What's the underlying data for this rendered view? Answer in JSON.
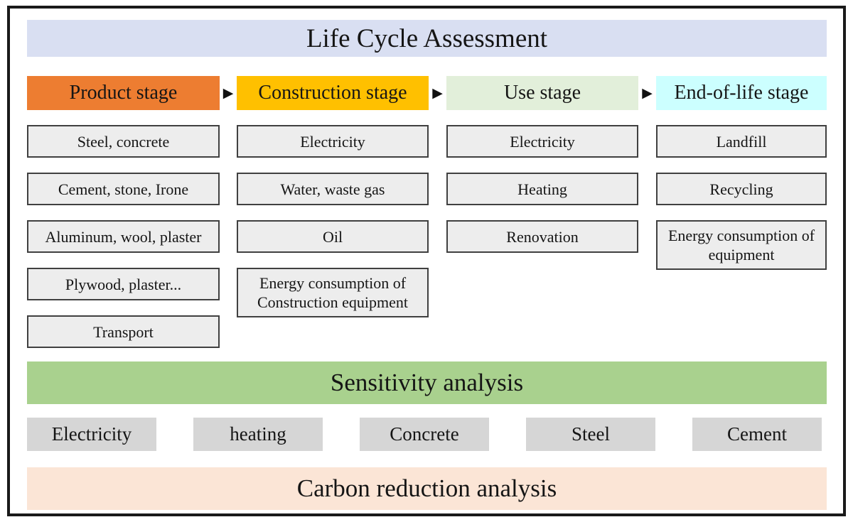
{
  "title": "Life Cycle Assessment",
  "arrow_glyph": "▶",
  "colors": {
    "title_banner": "#d9dff2",
    "product_stage": "#ed7d31",
    "construction_stage": "#ffc000",
    "use_stage": "#e2efda",
    "end_of_life_stage": "#ccffff",
    "item_box_bg": "#ededed",
    "item_box_border": "#404040",
    "sensitivity_banner": "#a9d18e",
    "sensitivity_item_bg": "#d6d6d6",
    "carbon_banner": "#fbe5d6"
  },
  "stages": [
    {
      "label": "Product stage",
      "items": [
        "Steel, concrete",
        "Cement, stone, Irone",
        "Aluminum, wool, plaster",
        "Plywood, plaster...",
        "Transport"
      ]
    },
    {
      "label": "Construction stage",
      "items": [
        "Electricity",
        "Water, waste gas",
        "Oil",
        "Energy consumption of Construction equipment"
      ]
    },
    {
      "label": "Use stage",
      "items": [
        "Electricity",
        "Heating",
        "Renovation"
      ]
    },
    {
      "label": "End-of-life stage",
      "items": [
        "Landfill",
        "Recycling",
        "Energy consumption of equipment"
      ]
    }
  ],
  "sensitivity": {
    "title": "Sensitivity analysis",
    "items": [
      "Electricity",
      "heating",
      "Concrete",
      "Steel",
      "Cement"
    ]
  },
  "carbon": {
    "title": "Carbon reduction analysis"
  }
}
